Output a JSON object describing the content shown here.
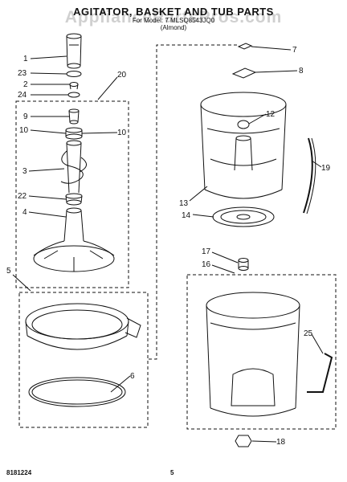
{
  "header": {
    "title": "AGITATOR, BASKET AND TUB PARTS",
    "model": "For Model: 7 MLSQ8543JQ0",
    "color": "(Almond)",
    "watermark": "AppliancePartsPros.com"
  },
  "footer": {
    "doc_number": "8181224",
    "page_number": "5"
  },
  "callouts": [
    "1",
    "23",
    "2",
    "24",
    "20",
    "9",
    "10",
    "10",
    "3",
    "22",
    "4",
    "5",
    "6",
    "7",
    "8",
    "12",
    "19",
    "13",
    "14",
    "17",
    "16",
    "25",
    "18"
  ]
}
